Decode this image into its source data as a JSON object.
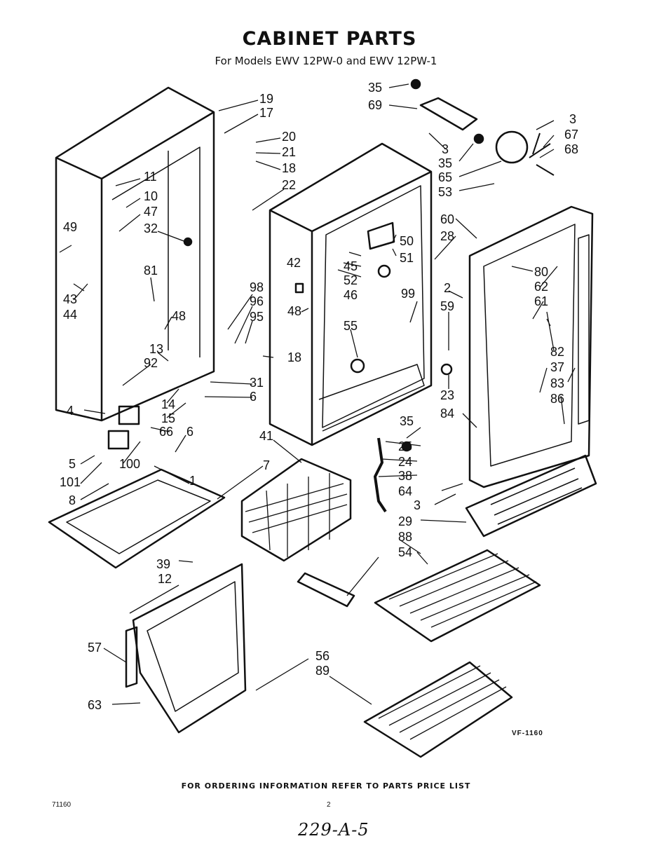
{
  "title": "CABINET PARTS",
  "subtitle": "For Models EWV 12PW-0 and EWV 12PW-1",
  "footer": "FOR ORDERING INFORMATION REFER TO PARTS PRICE LIST",
  "doc_code": "71160",
  "page_number": "2",
  "figure_code": "VF-1160",
  "handwritten_note": "229-A-5",
  "callouts": [
    "19",
    "17",
    "20",
    "21",
    "18",
    "22",
    "11",
    "10",
    "47",
    "32",
    "49",
    "81",
    "48",
    "43",
    "44",
    "98",
    "96",
    "95",
    "18",
    "13",
    "92",
    "31",
    "6",
    "14",
    "15",
    "4",
    "66",
    "6",
    "5",
    "100",
    "101",
    "1",
    "8",
    "7",
    "35",
    "69",
    "3",
    "67",
    "68",
    "3",
    "35",
    "65",
    "53",
    "50",
    "51",
    "60",
    "28",
    "80",
    "62",
    "45",
    "52",
    "46",
    "2",
    "61",
    "42",
    "48",
    "99",
    "59",
    "55",
    "23",
    "82",
    "37",
    "83",
    "86",
    "84",
    "35",
    "25",
    "24",
    "38",
    "64",
    "3",
    "29",
    "41",
    "88",
    "54",
    "39",
    "12",
    "57",
    "56",
    "89",
    "63"
  ]
}
